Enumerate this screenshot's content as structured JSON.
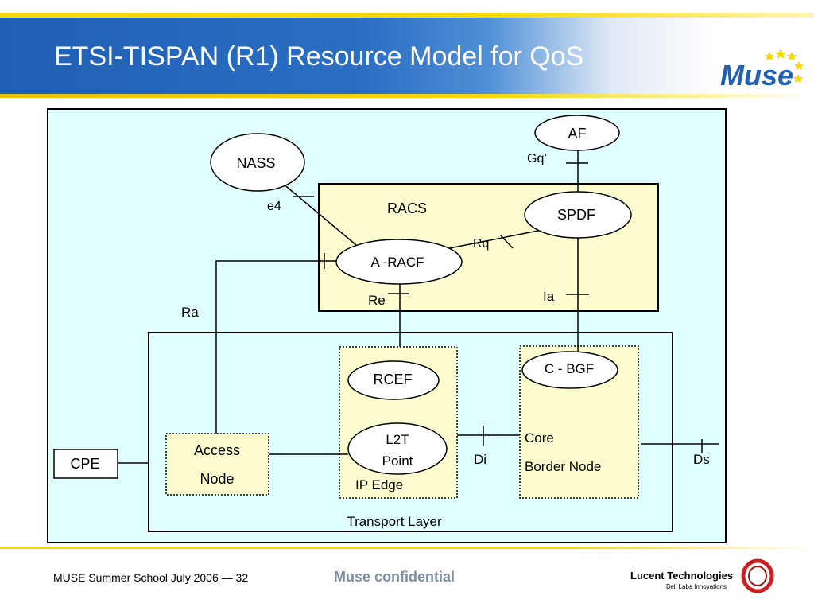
{
  "header": {
    "title": "ETSI-TISPAN (R1) Resource Model for QoS",
    "logo_text": "Muse"
  },
  "diagram": {
    "labels": {
      "af": "AF",
      "gq": "Gq’",
      "nass": "NASS",
      "e4": "e4",
      "racs": "RACS",
      "spdf": "SPDF",
      "rq": "Rq",
      "a_racf": "A -RACF",
      "ia": "Ia",
      "re": "Re",
      "ra": "Ra",
      "c_bgf": "C - BGF",
      "rcef": "RCEF",
      "l2t_line1": "L2T",
      "l2t_line2": "Point",
      "ip_edge": "IP Edge",
      "di": "Di",
      "core_line1": "Core",
      "core_line2": "Border Node",
      "ds": "Ds",
      "access_line1": "Access",
      "access_line2": "Node",
      "cpe": "CPE",
      "transport_layer": "Transport Layer"
    }
  },
  "footer": {
    "left": "MUSE Summer School July 2006 — 32",
    "center": "Muse confidential",
    "lucent_line1": "Lucent Technologies",
    "lucent_line2": "Bell Labs Innovations"
  },
  "colors": {
    "header_blue": "#1f5fb4",
    "accent_yellow": "#f5d800",
    "diagram_bg": "#e0ffff",
    "box_fill": "#fdfdd0",
    "lucent_red": "#cc1f1f"
  }
}
